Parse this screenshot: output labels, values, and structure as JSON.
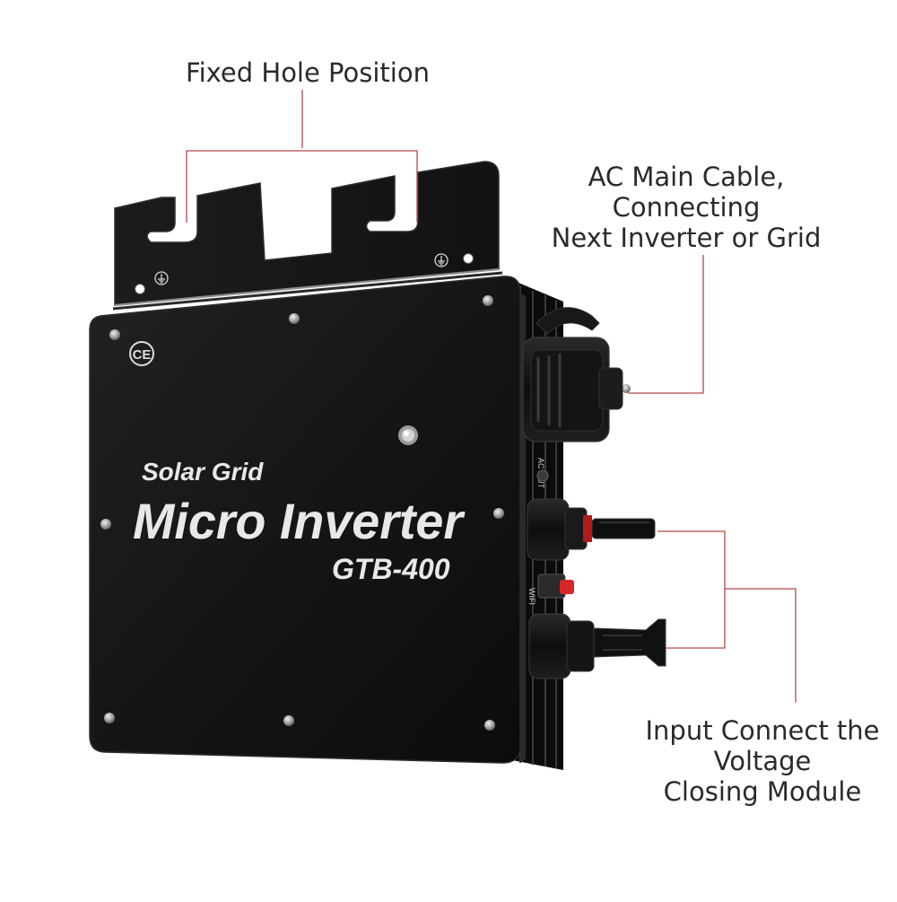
{
  "callouts": {
    "fixed_hole": {
      "line1": "Fixed Hole Position"
    },
    "ac_cable": {
      "line1": "AC Main Cable,",
      "line2": "Connecting",
      "line3": "Next Inverter or Grid"
    },
    "input": {
      "line1": "Input Connect the",
      "line2": "Voltage",
      "line3": "Closing Module"
    }
  },
  "device": {
    "subtitle": "Solar Grid",
    "title": "Micro Inverter",
    "model": "GTB-400",
    "ce_mark": "CE",
    "side_label_ac": "AC OUT",
    "side_label_wifi": "WIFI"
  },
  "colors": {
    "leader_line": "#b04a4a",
    "device_body": "#141414",
    "product_text": "#e8e8e8",
    "indicator_button": "#d62828"
  },
  "icons": [
    "ground-icon",
    "ce-mark-icon",
    "led-indicator-icon",
    "reset-button-icon"
  ]
}
